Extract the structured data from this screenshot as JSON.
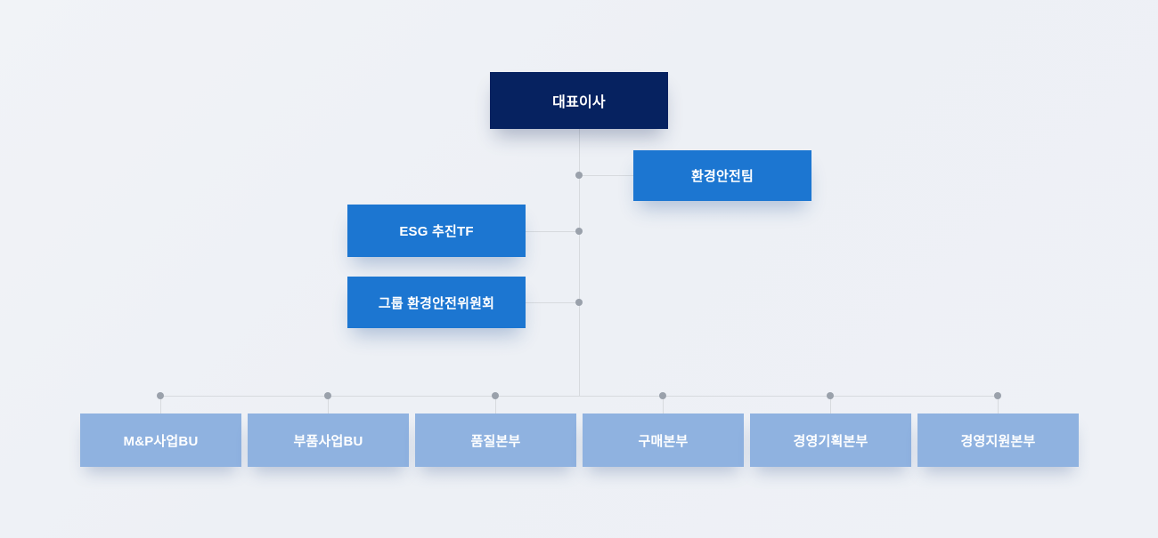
{
  "org_chart": {
    "title": "organization-chart",
    "root": {
      "label": "대표이사"
    },
    "staff_units": [
      {
        "label": "환경안전팀",
        "side": "right"
      },
      {
        "label": "ESG 추진TF",
        "side": "left"
      },
      {
        "label": "그룹 환경안전위원회",
        "side": "left"
      }
    ],
    "divisions": [
      {
        "label": "M&P사업BU"
      },
      {
        "label": "부품사업BU"
      },
      {
        "label": "품질본부"
      },
      {
        "label": "구매본부"
      },
      {
        "label": "경영기획본부"
      },
      {
        "label": "경영지원본부"
      }
    ]
  },
  "colors": {
    "background": "#eef0f5",
    "root_box": "#062260",
    "staff_box": "#1c76d1",
    "division_box": "#8fb2e0",
    "connector_line": "#d7dade",
    "connector_dot": "#9aa1ab",
    "label_text": "#ffffff"
  }
}
